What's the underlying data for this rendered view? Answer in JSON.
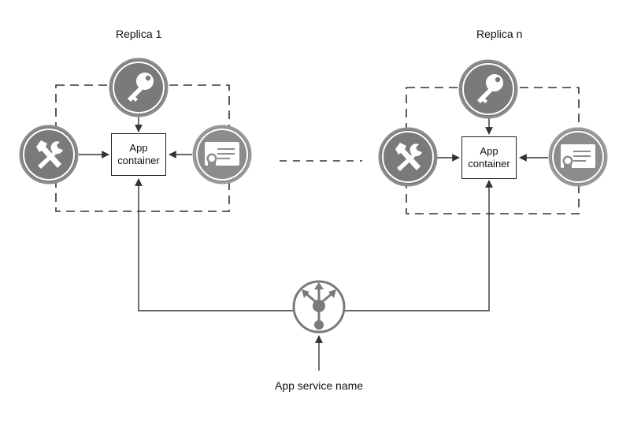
{
  "replicas": [
    {
      "title": "Replica 1",
      "app_line1": "App",
      "app_line2": "container"
    },
    {
      "title": "Replica n",
      "app_line1": "App",
      "app_line2": "container"
    }
  ],
  "service": {
    "label": "App service name"
  },
  "icons": {
    "secret": "key-icon",
    "config": "tools-icon",
    "certificate": "certificate-icon",
    "router": "routing-icon"
  },
  "colors": {
    "icon_circle_fill": "#7a7a7a",
    "icon_circle_border": "#8c8c8c",
    "line": "#333333"
  }
}
